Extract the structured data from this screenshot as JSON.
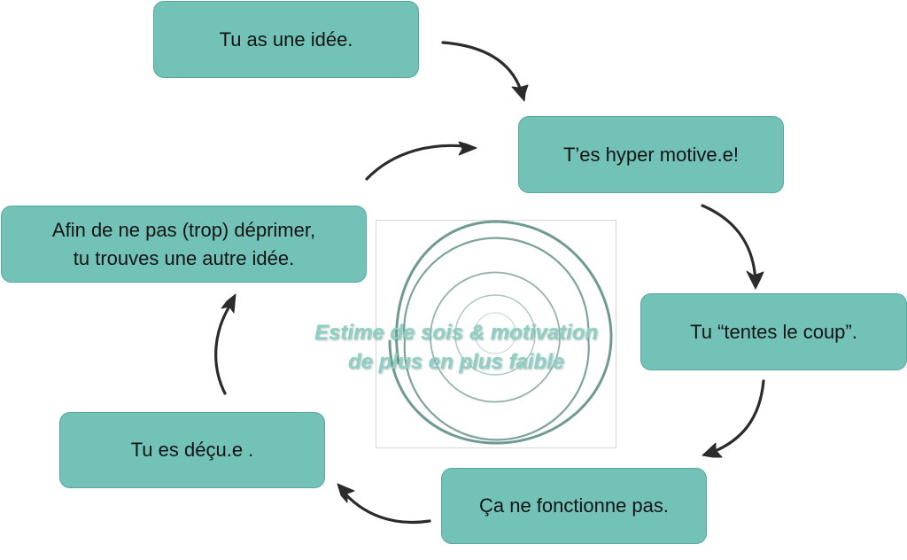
{
  "diagram": {
    "steps": [
      "Tu as une idée.",
      "T’es hyper motive.e!",
      "Tu “tentes le coup”.",
      "Ça ne fonctionne pas.",
      "Tu es déçu.e .",
      "Afin de ne pas (trop) déprimer,\ntu trouves une autre idée."
    ],
    "center_caption": "Estime de sois & motivation\nde plus en plus faible"
  },
  "colors": {
    "box_fill": "#72c2b7",
    "box_border": "#5aa89d",
    "arrow": "#2b2b2b",
    "caption": "#8fd0c6",
    "spiral": "#6f9a92"
  }
}
